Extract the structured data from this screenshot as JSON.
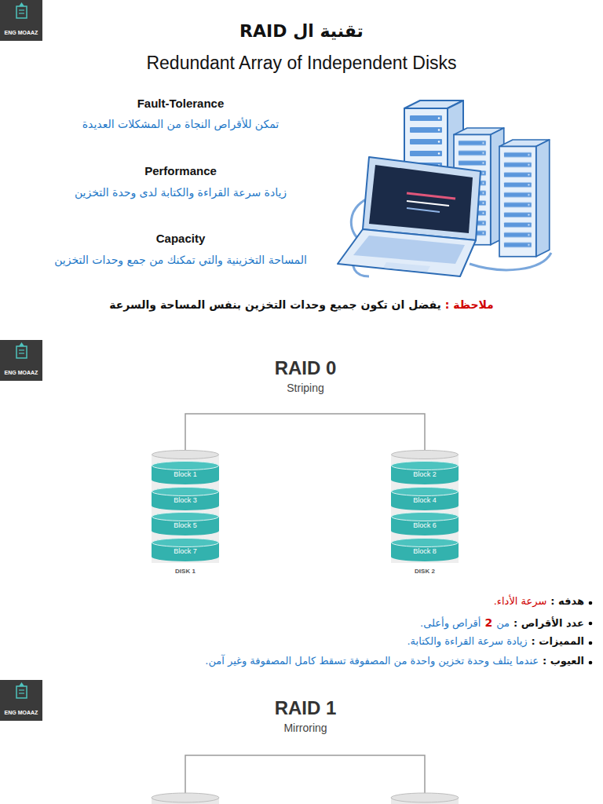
{
  "diagram": {
    "title": "تقنية ال RAID",
    "nodes": [
      {
        "text": [
          "DISK 1"
        ]
      },
      {
        "text": [
          "Block 1"
        ],
        "in": 0
      },
      {
        "text": [
          "Block 3"
        ],
        "in": 0
      },
      {
        "text": [
          "Block 5"
        ],
        "in": 0
      },
      {
        "text": [
          "Block 7"
        ],
        "in": 0
      },
      {
        "text": [
          "DISK 2"
        ]
      },
      {
        "text": [
          "Block 2"
        ],
        "in": 5
      },
      {
        "text": [
          "Block 4"
        ],
        "in": 5
      },
      {
        "text": [
          "Block 6"
        ],
        "in": 5
      },
      {
        "text": [
          "Block 8"
        ],
        "in": 5
      }
    ],
    "edges": [
      {
        "from": 0,
        "to": 5,
        "arrow": "none"
      }
    ],
    "labels": [
      "ENG MOAAZ",
      "Redundant Array of Independent Disks",
      "Fault-Tolerance",
      "تمكن للأقراص النجاة من المشكلات العديدة",
      "Performance",
      "زيادة سرعة القراءة والكتابة لدى وحدة التخزين",
      "Capacity",
      "المساحة التخزينية والتي تمكنك من جمع وحدات التخزين",
      "ملاحظة :",
      "يفضل ان تكون جميع وحدات التخزين بنفس المساحة والسرعة",
      "ENG MOAAZ",
      "RAID 0",
      "Striping",
      "هدفه :",
      "سرعة الأداء.",
      "عدد الأقراص :",
      "من",
      "2",
      "أقراص وأعلى.",
      "المميزات :",
      "زيادة سرعة القراءة والكتابة.",
      "العيوب :",
      "عندما يتلف وحدة تخزين واحدة من المصفوفة تسقط كامل المصفوفة وغير آمن.",
      "ENG MOAAZ",
      "RAID 1",
      "Mirroring"
    ]
  }
}
